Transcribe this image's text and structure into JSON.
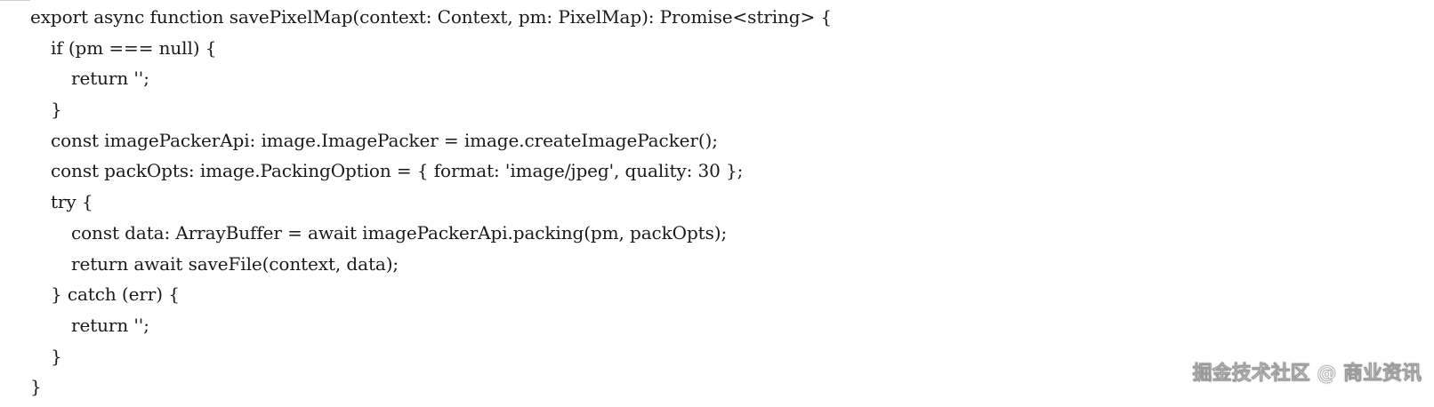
{
  "code": {
    "lines": [
      {
        "text": "export async function savePixelMap(context: Context, pm: PixelMap): Promise<string> {",
        "indent": 0
      },
      {
        "text": "if (pm === null) {",
        "indent": 1
      },
      {
        "text": "return '';",
        "indent": 2
      },
      {
        "text": "}",
        "indent": 1
      },
      {
        "text": "const imagePackerApi: image.ImagePacker = image.createImagePacker();",
        "indent": 1
      },
      {
        "text": "const packOpts: image.PackingOption = { format: 'image/jpeg', quality: 30 };",
        "indent": 1
      },
      {
        "text": "try {",
        "indent": 1
      },
      {
        "text": "const data: ArrayBuffer = await imagePackerApi.packing(pm, packOpts);",
        "indent": 2
      },
      {
        "text": "return await saveFile(context, data);",
        "indent": 2
      },
      {
        "text": "} catch (err) {",
        "indent": 1
      },
      {
        "text": "return '';",
        "indent": 2
      },
      {
        "text": "}",
        "indent": 1
      },
      {
        "text": "}",
        "indent": 0
      }
    ]
  },
  "watermark": {
    "text": "掘金技术社区 @ 商业资讯"
  }
}
